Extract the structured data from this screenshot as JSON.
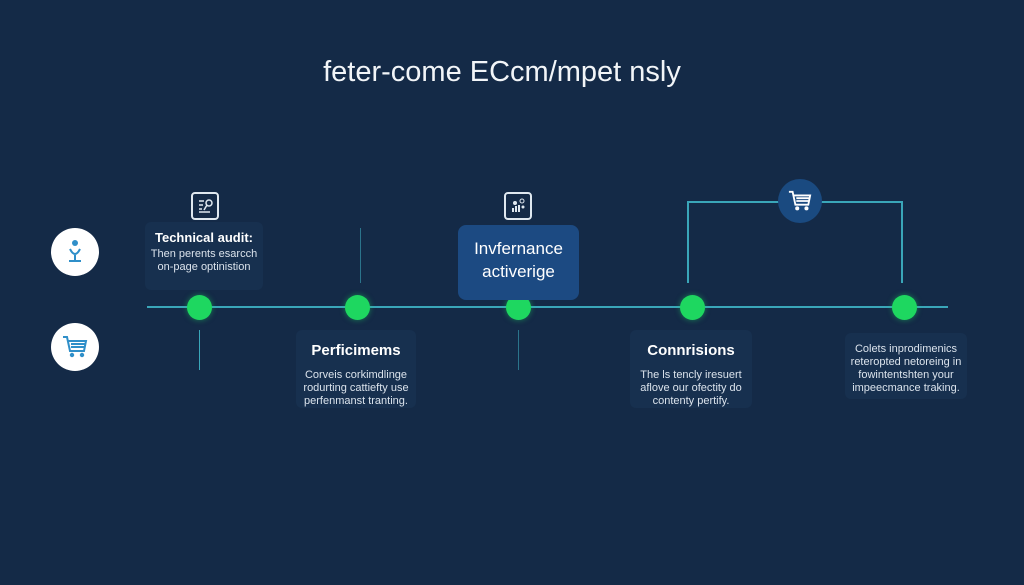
{
  "title": "feter-come ECcm/mpet nsly",
  "steps": [
    {
      "heading": "Technical audit:",
      "body": "Then perents esarcch on-page optinistion",
      "icon": "audit-document-icon"
    },
    {
      "heading": "Perficimems",
      "body": "Corveis corkimdlinge rodurting cattiefty use perfenmanst tranting."
    },
    {
      "heading": "Invfernance activerige",
      "icon": "analytics-chart-icon"
    },
    {
      "heading": "Connrisions",
      "body": "The ls tencly iresuert aflove our ofectity do contenty pertify."
    },
    {
      "body": "Colets inprodimenics reteropted netoreing in fowintentshten your impeecmance traking."
    }
  ],
  "side_icons": [
    "microphone-icon",
    "shopping-cart-icon"
  ],
  "bracket_icon": "shopping-cart-icon",
  "colors": {
    "background": "#142a47",
    "node": "#1ed760",
    "line": "#3aa6b9",
    "highlight": "#1c4a82"
  }
}
